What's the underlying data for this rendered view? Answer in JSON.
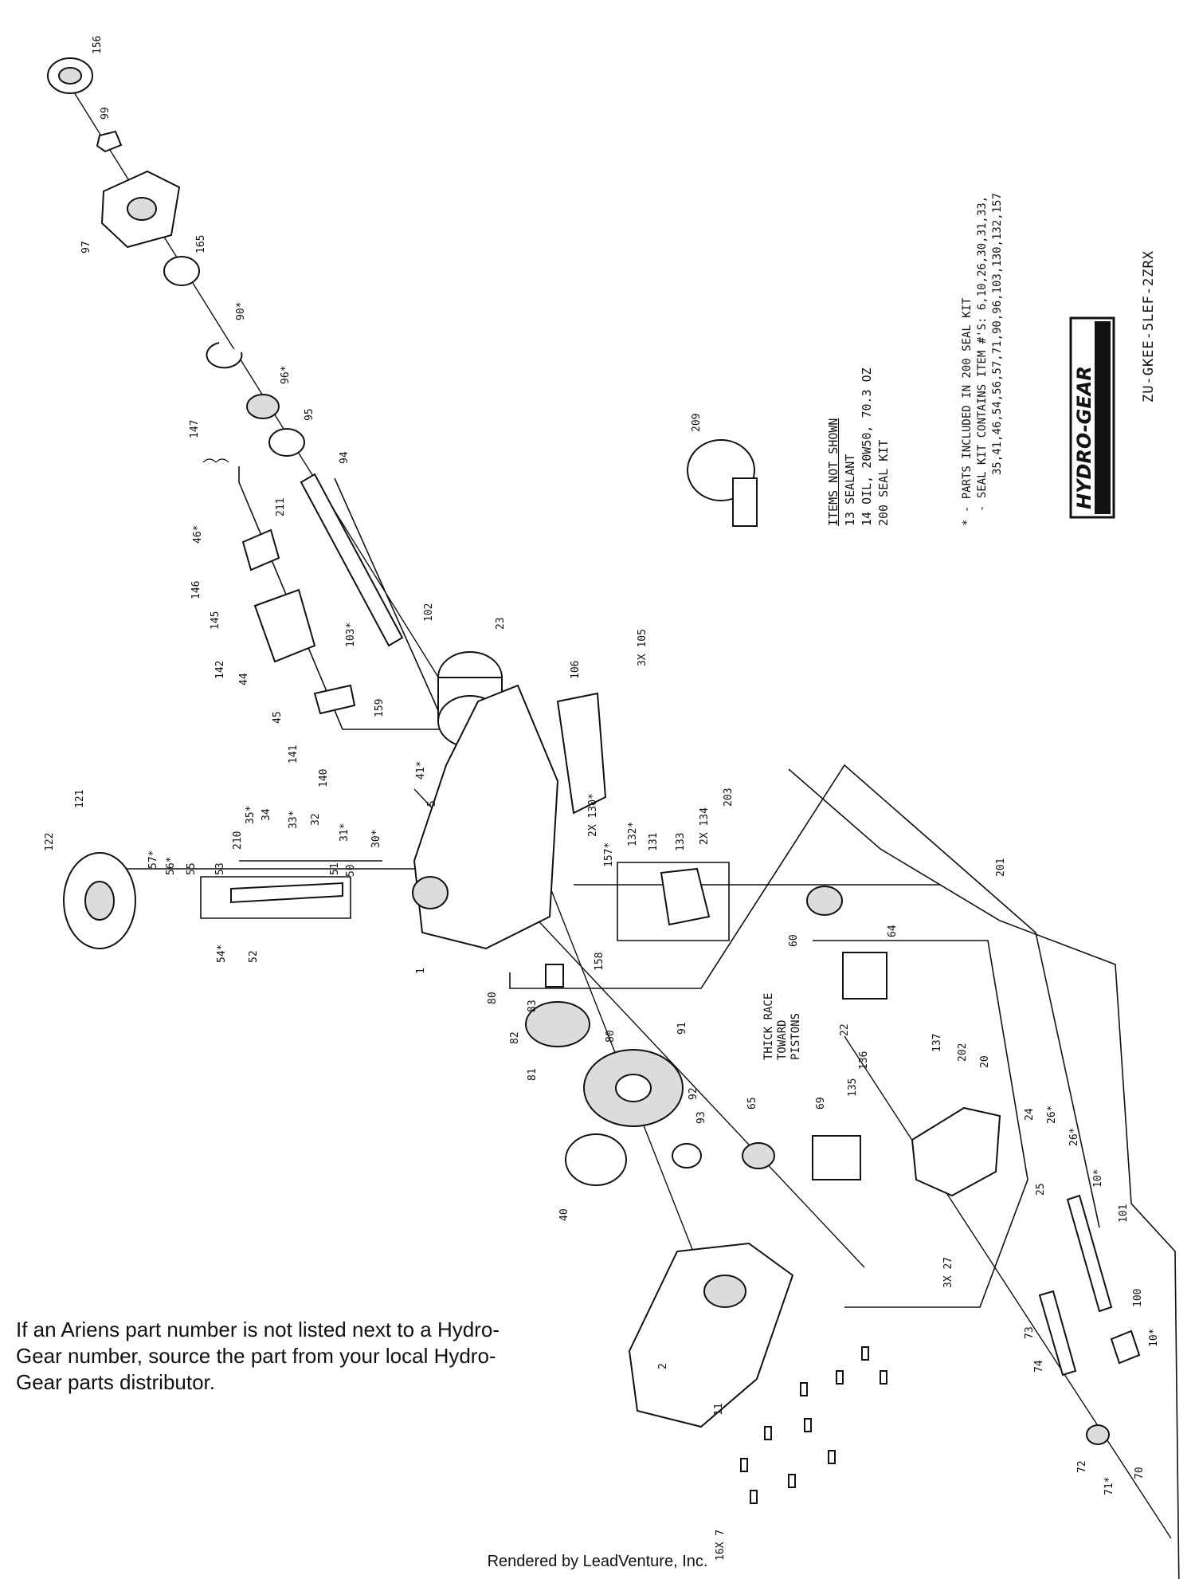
{
  "callouts": [
    {
      "id": "c156",
      "label": "156"
    },
    {
      "id": "c99",
      "label": "99"
    },
    {
      "id": "c97",
      "label": "97"
    },
    {
      "id": "c165",
      "label": "165"
    },
    {
      "id": "c90",
      "label": "90*"
    },
    {
      "id": "c96",
      "label": "96*"
    },
    {
      "id": "c95",
      "label": "95"
    },
    {
      "id": "c94",
      "label": "94"
    },
    {
      "id": "c147",
      "label": "147"
    },
    {
      "id": "c211",
      "label": "211"
    },
    {
      "id": "c46",
      "label": "46*"
    },
    {
      "id": "c146",
      "label": "146"
    },
    {
      "id": "c145",
      "label": "145"
    },
    {
      "id": "c142",
      "label": "142"
    },
    {
      "id": "c44",
      "label": "44"
    },
    {
      "id": "c45",
      "label": "45"
    },
    {
      "id": "c141",
      "label": "141"
    },
    {
      "id": "c140",
      "label": "140"
    },
    {
      "id": "c103",
      "label": "103*"
    },
    {
      "id": "c102",
      "label": "102"
    },
    {
      "id": "c23",
      "label": "23"
    },
    {
      "id": "c159",
      "label": "159"
    },
    {
      "id": "c106",
      "label": "106"
    },
    {
      "id": "c3x105",
      "label": "3X 105"
    },
    {
      "id": "c41",
      "label": "41*"
    },
    {
      "id": "c5",
      "label": "5"
    },
    {
      "id": "c35",
      "label": "35*"
    },
    {
      "id": "c34",
      "label": "34"
    },
    {
      "id": "c33",
      "label": "33*"
    },
    {
      "id": "c32",
      "label": "32"
    },
    {
      "id": "c31",
      "label": "31*"
    },
    {
      "id": "c30",
      "label": "30*"
    },
    {
      "id": "c121",
      "label": "121"
    },
    {
      "id": "c122",
      "label": "122"
    },
    {
      "id": "c57",
      "label": "57*"
    },
    {
      "id": "c56",
      "label": "56*"
    },
    {
      "id": "c55",
      "label": "55"
    },
    {
      "id": "c53",
      "label": "53"
    },
    {
      "id": "c210",
      "label": "210"
    },
    {
      "id": "c51",
      "label": "51"
    },
    {
      "id": "c50",
      "label": "50"
    },
    {
      "id": "c54",
      "label": "54*"
    },
    {
      "id": "c52",
      "label": "52"
    },
    {
      "id": "c1",
      "label": "1"
    },
    {
      "id": "c2x130",
      "label": "2X 130*"
    },
    {
      "id": "c157",
      "label": "157*"
    },
    {
      "id": "c132",
      "label": "132*"
    },
    {
      "id": "c131",
      "label": "131"
    },
    {
      "id": "c133",
      "label": "133"
    },
    {
      "id": "c2x134",
      "label": "2X 134"
    },
    {
      "id": "c203",
      "label": "203"
    },
    {
      "id": "c158",
      "label": "158"
    },
    {
      "id": "c80a",
      "label": "80"
    },
    {
      "id": "c83",
      "label": "83"
    },
    {
      "id": "c82",
      "label": "82"
    },
    {
      "id": "c81",
      "label": "81"
    },
    {
      "id": "c80b",
      "label": "80"
    },
    {
      "id": "c91",
      "label": "91"
    },
    {
      "id": "c92",
      "label": "92"
    },
    {
      "id": "c93",
      "label": "93"
    },
    {
      "id": "c65",
      "label": "65"
    },
    {
      "id": "c69",
      "label": "69"
    },
    {
      "id": "c40",
      "label": "40"
    },
    {
      "id": "c60",
      "label": "60"
    },
    {
      "id": "c64",
      "label": "64"
    },
    {
      "id": "c201",
      "label": "201"
    },
    {
      "id": "c22",
      "label": "22"
    },
    {
      "id": "c137",
      "label": "137"
    },
    {
      "id": "c136",
      "label": "136"
    },
    {
      "id": "c135",
      "label": "135"
    },
    {
      "id": "c202",
      "label": "202"
    },
    {
      "id": "c20",
      "label": "20"
    },
    {
      "id": "c24",
      "label": "24"
    },
    {
      "id": "c26a",
      "label": "26*"
    },
    {
      "id": "c26b",
      "label": "26*"
    },
    {
      "id": "c25",
      "label": "25"
    },
    {
      "id": "c10a",
      "label": "10*"
    },
    {
      "id": "c101",
      "label": "101"
    },
    {
      "id": "c100",
      "label": "100"
    },
    {
      "id": "c10b",
      "label": "10*"
    },
    {
      "id": "c3x27",
      "label": "3X 27"
    },
    {
      "id": "c73",
      "label": "73"
    },
    {
      "id": "c74",
      "label": "74"
    },
    {
      "id": "c72",
      "label": "72"
    },
    {
      "id": "c71",
      "label": "71*"
    },
    {
      "id": "c70",
      "label": "70"
    },
    {
      "id": "c2",
      "label": "2"
    },
    {
      "id": "c11",
      "label": "11"
    },
    {
      "id": "c16x7",
      "label": "16X 7"
    },
    {
      "id": "c209",
      "label": "209"
    }
  ],
  "items_not_shown": {
    "heading": "ITEMS NOT SHOWN",
    "lines": [
      "13 SEALANT",
      "14 OIL, 20W50, 70.3 OZ",
      "200 SEAL KIT"
    ]
  },
  "notes": {
    "line1": "* - PARTS INCLUDED IN 200 SEAL KIT",
    "line2": "- SEAL KIT CONTAINS ITEM #'S: 6,10,26,30,31,33,",
    "line3": "35,41,46,54,56,57,71,90,96,103,130,132,157"
  },
  "thick_race_note": [
    "THICK RACE",
    "TOWARD",
    "PISTONS"
  ],
  "brand": {
    "name": "HYDRO-GEAR",
    "color": "#111111"
  },
  "model_code": "ZU-GKEE-5LEF-2ZRX",
  "source_note": "If an Ariens part number is not listed next to a Hydro-Gear number, source the part from your local Hydro-Gear parts distributor.",
  "render_credit": "Rendered by LeadVenture, Inc."
}
